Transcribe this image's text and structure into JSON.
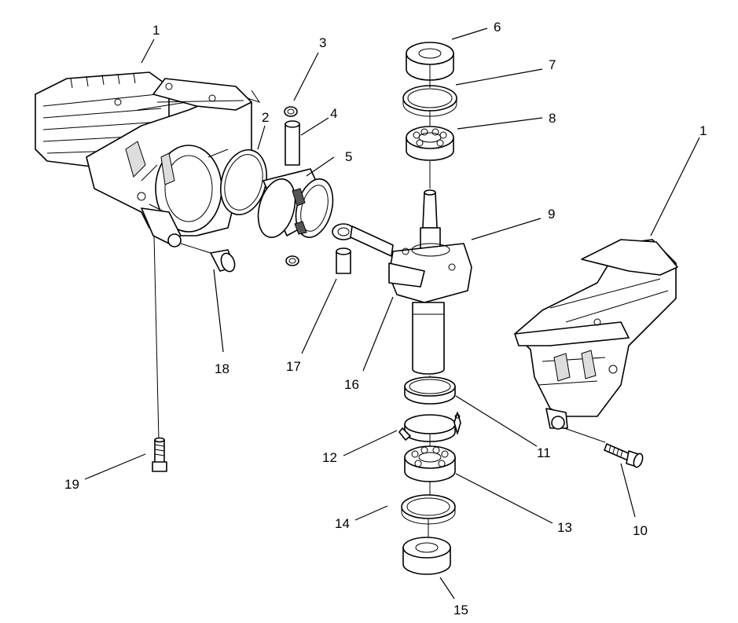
{
  "callouts": {
    "c1a": "1",
    "c1b": "1",
    "c2": "2",
    "c3": "3",
    "c4": "4",
    "c5": "5",
    "c6": "6",
    "c7": "7",
    "c8": "8",
    "c9": "9",
    "c10": "10",
    "c11": "11",
    "c12": "12",
    "c13": "13",
    "c14": "14",
    "c15": "15",
    "c16": "16",
    "c17": "17",
    "c18": "18",
    "c19": "19"
  }
}
